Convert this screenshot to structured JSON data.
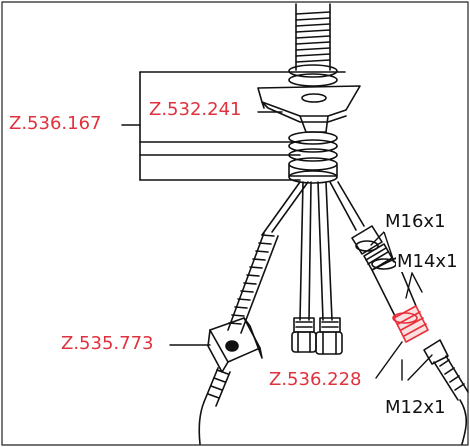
{
  "title": "",
  "colors": {
    "part_number": "#e0323c",
    "thread_label": "#111111",
    "line_art": "#111111",
    "highlight_part": "#e8303a",
    "background": "#ffffff"
  },
  "callouts": {
    "z536167": "Z.536.167",
    "z532241": "Z.532.241",
    "z535773": "Z.535.773",
    "z536228": "Z.536.228"
  },
  "thread_labels": {
    "m16x1": "M16x1",
    "m14x1": "M14x1",
    "m12x1": "M12x1"
  }
}
